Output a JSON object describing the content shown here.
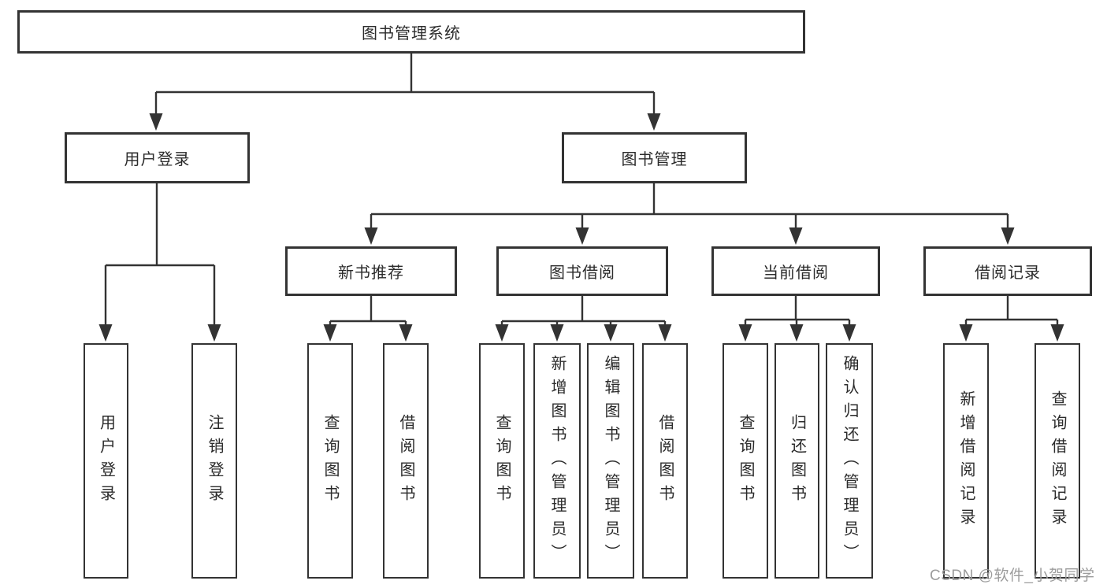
{
  "diagram": {
    "root": {
      "label": "图书管理系统"
    },
    "user_login": {
      "label": "用户登录",
      "children": [
        {
          "label": "用户登录"
        },
        {
          "label": "注销登录"
        }
      ]
    },
    "book_management": {
      "label": "图书管理",
      "children": [
        {
          "label": "新书推荐",
          "children": [
            {
              "label": "查询图书"
            },
            {
              "label": "借阅图书"
            }
          ]
        },
        {
          "label": "图书借阅",
          "children": [
            {
              "label": "查询图书"
            },
            {
              "label": "新增图书（管理员）"
            },
            {
              "label": "编辑图书（管理员）"
            },
            {
              "label": "借阅图书"
            }
          ]
        },
        {
          "label": "当前借阅",
          "children": [
            {
              "label": "查询图书"
            },
            {
              "label": "归还图书"
            },
            {
              "label": "确认归还（管理员）"
            }
          ]
        },
        {
          "label": "借阅记录",
          "children": [
            {
              "label": "新增借阅记录"
            },
            {
              "label": "查询借阅记录"
            }
          ]
        }
      ]
    }
  },
  "watermark": {
    "text": "CSDN @软件_小贺同学"
  },
  "colors": {
    "line": "#333333",
    "box_border": "#333333",
    "text": "#2b2b2b",
    "background": "#ffffff",
    "watermark": "#9c9c9c"
  }
}
